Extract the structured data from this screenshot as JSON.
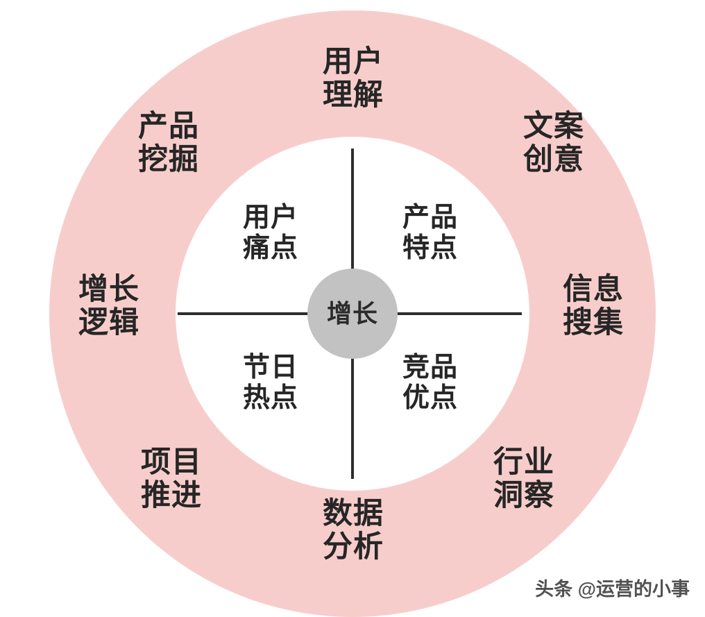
{
  "diagram": {
    "title": "增长",
    "center": {
      "label": "增长"
    },
    "inner_quadrants": [
      {
        "id": "top-left",
        "label": "用户\n痛点"
      },
      {
        "id": "top-right",
        "label": "产品\n特点"
      },
      {
        "id": "bottom-left",
        "label": "节日\n热点"
      },
      {
        "id": "bottom-right",
        "label": "竞品\n优点"
      }
    ],
    "outer_ring_items": [
      {
        "id": "top",
        "label": "用户\n理解"
      },
      {
        "id": "top-right",
        "label": "文案\n创意"
      },
      {
        "id": "right",
        "label": "信息\n搜集"
      },
      {
        "id": "bottom-right",
        "label": "行业\n洞察"
      },
      {
        "id": "bottom",
        "label": "数据\n分析"
      },
      {
        "id": "bottom-left",
        "label": "项目\n推进"
      },
      {
        "id": "left",
        "label": "增长\n逻辑"
      },
      {
        "id": "top-left",
        "label": "产品\n挖掘"
      }
    ],
    "colors": {
      "outer_ring": "#f7cdcb",
      "inner_disc": "#ffffff",
      "center_hub": "#c2c2c2",
      "axis_line": "#2d2d2d",
      "text": "#262626",
      "background": "#ffffff"
    }
  },
  "watermark": {
    "text": "头条 @运营的小事"
  }
}
